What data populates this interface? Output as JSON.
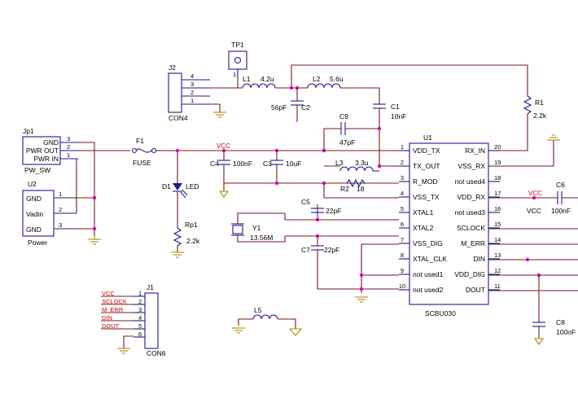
{
  "ic": {
    "ref": "U1",
    "part": "SCBU030",
    "left_pins": [
      {
        "num": "1",
        "name": "VDD_TX"
      },
      {
        "num": "2",
        "name": "TX_OUT"
      },
      {
        "num": "3",
        "name": "R_MOD"
      },
      {
        "num": "4",
        "name": "VSS_TX"
      },
      {
        "num": "5",
        "name": "XTAL1"
      },
      {
        "num": "6",
        "name": "XTAL2"
      },
      {
        "num": "7",
        "name": "VSS_DIG"
      },
      {
        "num": "8",
        "name": "XTAL_CLK"
      },
      {
        "num": "9",
        "name": "not used1"
      },
      {
        "num": "10",
        "name": "not used2"
      }
    ],
    "right_pins": [
      {
        "num": "20",
        "name": "RX_IN"
      },
      {
        "num": "19",
        "name": "VSS_RX"
      },
      {
        "num": "18",
        "name": "not used4"
      },
      {
        "num": "17",
        "name": "VDD_RX"
      },
      {
        "num": "16",
        "name": "not used3"
      },
      {
        "num": "15",
        "name": "SCLOCK"
      },
      {
        "num": "14",
        "name": "M_ERR"
      },
      {
        "num": "13",
        "name": "DIN"
      },
      {
        "num": "12",
        "name": "VDD_DIG"
      },
      {
        "num": "11",
        "name": "DOUT"
      }
    ]
  },
  "jp1": {
    "ref": "Jp1",
    "sub": "PW_SW",
    "pins": [
      {
        "num": "3",
        "name": "GND"
      },
      {
        "num": "2",
        "name": "PWR OUT"
      },
      {
        "num": "1",
        "name": "PWR IN"
      }
    ]
  },
  "u2": {
    "ref": "U2",
    "sub": "Power",
    "pins": [
      {
        "num": "1",
        "name": "GND"
      },
      {
        "num": "2",
        "name": "Vadin"
      },
      {
        "num": "3",
        "name": "GND"
      }
    ]
  },
  "j2": {
    "ref": "J2",
    "sub": "CON4",
    "pins": [
      "4",
      "3",
      "2",
      "1"
    ]
  },
  "j1": {
    "ref": "J1",
    "sub": "CON6",
    "pins": [
      "1",
      "2",
      "3",
      "4",
      "5",
      "6"
    ],
    "nets": [
      "VCC",
      "SCLOCK",
      "M_ERR",
      "DIN",
      "DOUT"
    ]
  },
  "tp1": {
    "ref": "TP1",
    "pin": "1"
  },
  "labels": {
    "f1": "F1",
    "fuse": "FUSE",
    "vcc_top": "VCC",
    "vcc_right": "VCC",
    "vcc_right2": "VCC",
    "d1": "D1",
    "led": "LED",
    "rp1": "Rp1",
    "rp1_val": "2.2k",
    "c4": "C4",
    "c4_val": "100nF",
    "c3": "C3",
    "c3_val": "10uF",
    "l1": "L1",
    "l1_val": "4.2u",
    "l2": "L2",
    "l2_val": "5.6u",
    "c2_val": "56pF",
    "c2": "C2",
    "c1": "C1",
    "c1_val": "10nF",
    "c9": "C9",
    "c9_val": "47pF",
    "l3": "L3",
    "l3_val": "3.3u",
    "r2": "R2",
    "r2_val": "18",
    "c5": "C5",
    "c5_val": "22pF",
    "y1": "Y1",
    "y1_val": "13.56M",
    "c7": "C7",
    "c7_val": "22pF",
    "r1": "R1",
    "r1_val": "2.2k",
    "c6": "C6",
    "c6_val": "100nF",
    "c8": "C8",
    "c8_val": "100nF",
    "l5": "L5"
  }
}
